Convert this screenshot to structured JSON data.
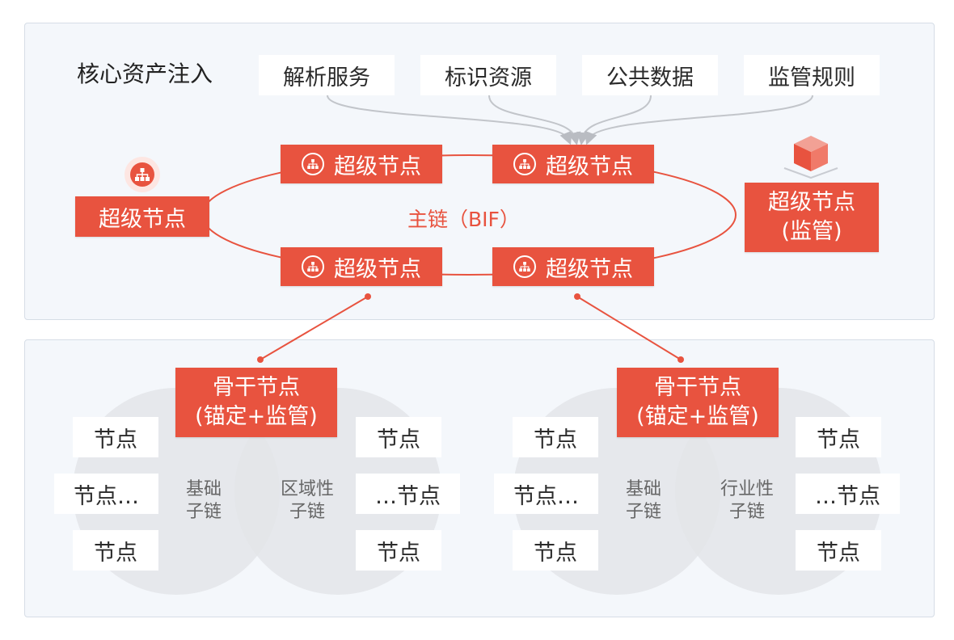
{
  "colors": {
    "accent": "#e8533f",
    "panel": "#f4f7fb",
    "circle": "#e4e6ea"
  },
  "top": {
    "inject_label": "核心资产注入",
    "assets": [
      "解析服务",
      "标识资源",
      "公共数据",
      "监管规则"
    ],
    "main_chain": "主链（BIF）",
    "super_node": "超级节点",
    "regulator": {
      "line1": "超级节点",
      "line2": "(监管)"
    }
  },
  "bottom": {
    "backbone": {
      "line1": "骨干节点",
      "line2": "(锚定+监管)"
    },
    "node": "节点",
    "node_more_left": "节点…",
    "node_more_right": "…节点",
    "left_group": {
      "chain_a": {
        "line1": "基础",
        "line2": "子链"
      },
      "chain_b": {
        "line1": "区域性",
        "line2": "子链"
      }
    },
    "right_group": {
      "chain_a": {
        "line1": "基础",
        "line2": "子链"
      },
      "chain_b": {
        "line1": "行业性",
        "line2": "子链"
      }
    }
  },
  "icons": {
    "node": "network-node-icon",
    "cube": "cube-stack-icon",
    "arrow": "arrow-down-icon"
  }
}
